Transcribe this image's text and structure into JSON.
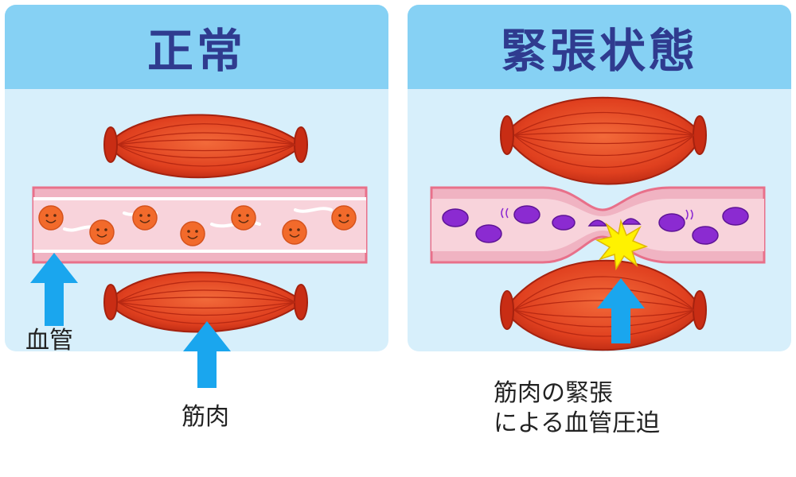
{
  "panels": {
    "normal": {
      "title": "正常"
    },
    "tense": {
      "title": "緊張状態"
    }
  },
  "labels": {
    "blood_vessel": "血管",
    "muscle": "筋肉",
    "compression_line1": "筋肉の緊張",
    "compression_line2": "による血管圧迫"
  },
  "colors": {
    "panel_bg": "#d7effb",
    "header_bg": "#86d1f4",
    "title_text": "#2f3b8f",
    "muscle": "#e0401f",
    "muscle_dark": "#a5220f",
    "vessel_wall": "#e8708a",
    "vessel_inner": "#f8c9d3",
    "red_cell": "#f26a2b",
    "purple_cell": "#8b2bd1",
    "arrow": "#1aa6ee",
    "burst": "#fff200"
  },
  "icons": [
    "muscle-icon",
    "blood-vessel-icon",
    "red-blood-cell-icon",
    "arrow-up-icon",
    "burst-icon"
  ]
}
